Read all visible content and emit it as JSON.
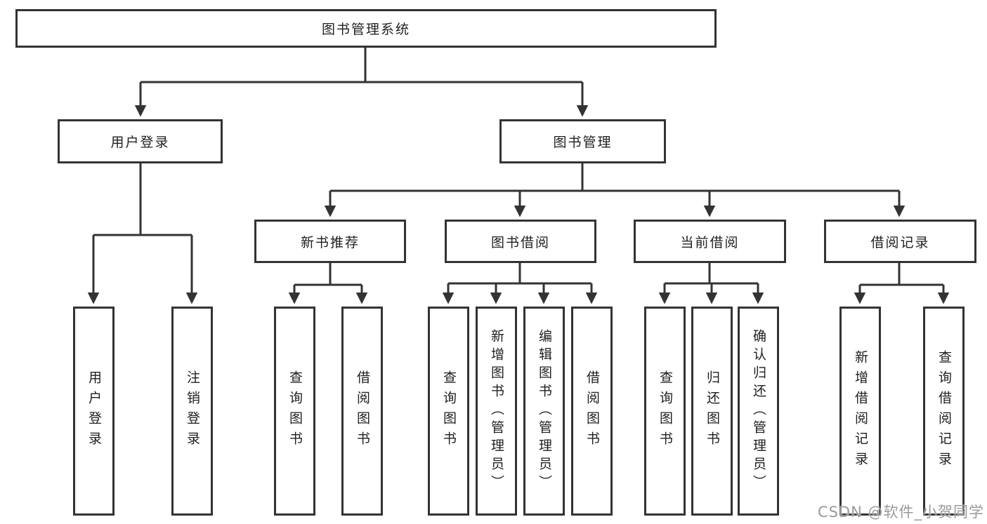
{
  "tree": {
    "label": "图书管理系统",
    "children": [
      {
        "label": "用户登录",
        "children": [
          {
            "label": "用户登录"
          },
          {
            "label": "注销登录"
          }
        ]
      },
      {
        "label": "图书管理",
        "children": [
          {
            "label": "新书推荐",
            "children": [
              {
                "label": "查询图书"
              },
              {
                "label": "借阅图书"
              }
            ]
          },
          {
            "label": "图书借阅",
            "children": [
              {
                "label": "查询图书"
              },
              {
                "label": "新增图书（管理员）"
              },
              {
                "label": "编辑图书（管理员）"
              },
              {
                "label": "借阅图书"
              }
            ]
          },
          {
            "label": "当前借阅",
            "children": [
              {
                "label": "查询图书"
              },
              {
                "label": "归还图书"
              },
              {
                "label": "确认归还（管理员）"
              }
            ]
          },
          {
            "label": "借阅记录",
            "children": [
              {
                "label": "新增借阅记录"
              },
              {
                "label": "查询借阅记录"
              }
            ]
          }
        ]
      }
    ]
  },
  "watermark": "CSDN @软件_小贺同学",
  "colors": {
    "line": "#333333",
    "box_border": "#333333",
    "box_fill": "#ffffff",
    "text": "#1f1f1f",
    "watermark": "#9a9a9a",
    "background": "#ffffff"
  }
}
